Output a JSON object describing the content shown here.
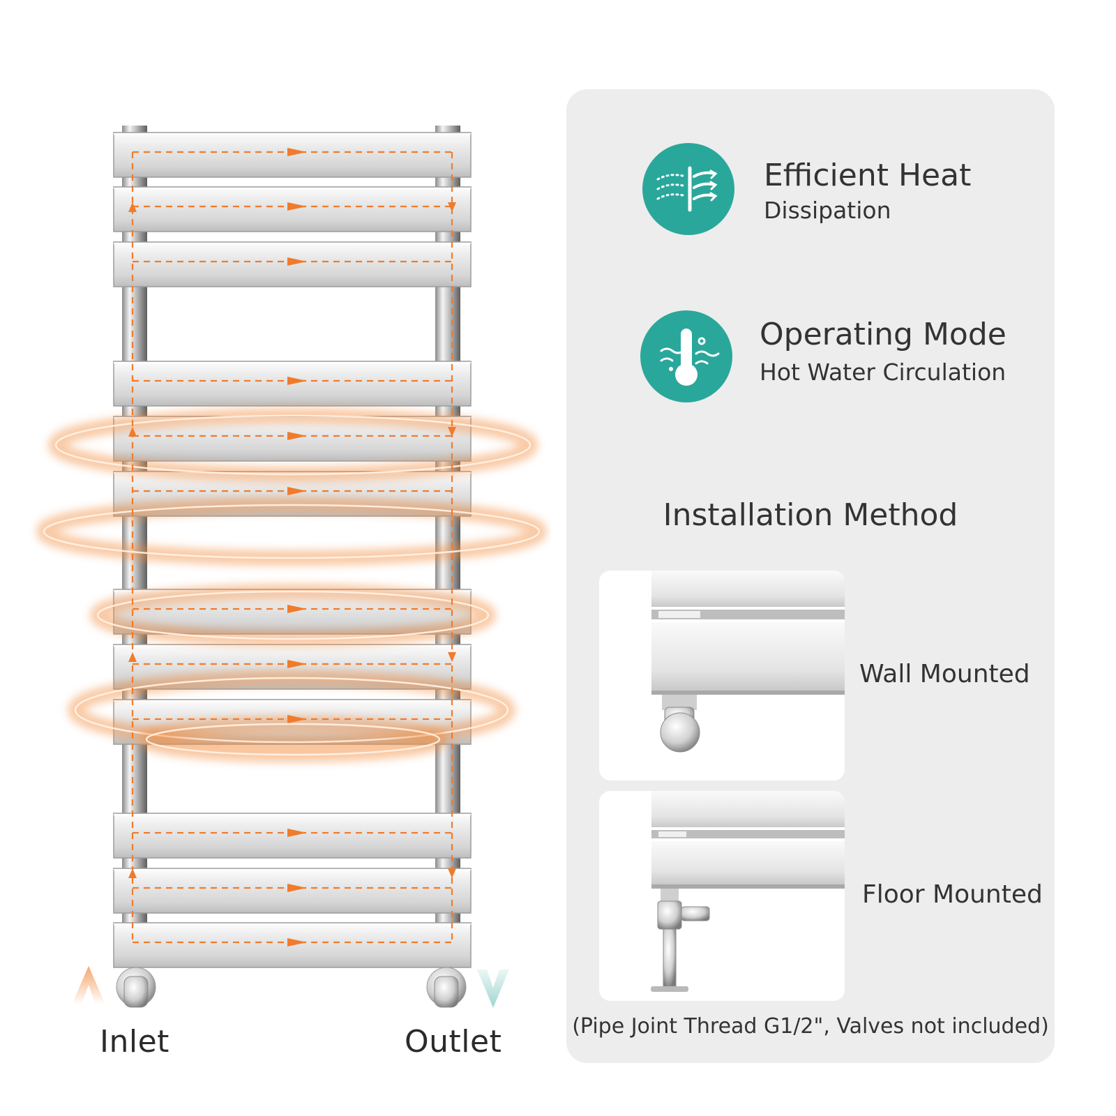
{
  "radiator": {
    "inlet_label": "Inlet",
    "outlet_label": "Outlet",
    "flow_color": "#f07b2c",
    "heat_color": "#f28a3a",
    "inlet_arrow_color": "#f5a56a",
    "outlet_arrow_color": "#9fd6d1"
  },
  "features": [
    {
      "icon": "heat-dissipation-icon",
      "title": "Efficient Heat",
      "subtitle": "Dissipation"
    },
    {
      "icon": "thermometer-water-icon",
      "title": "Operating Mode",
      "subtitle": "Hot Water Circulation"
    }
  ],
  "installation": {
    "title": "Installation Method",
    "methods": [
      {
        "label": "Wall Mounted"
      },
      {
        "label": "Floor Mounted"
      }
    ],
    "note": "(Pipe Joint Thread G1/2\", Valves not included)"
  },
  "colors": {
    "accent": "#2aa79b",
    "panel": "#ededed"
  }
}
